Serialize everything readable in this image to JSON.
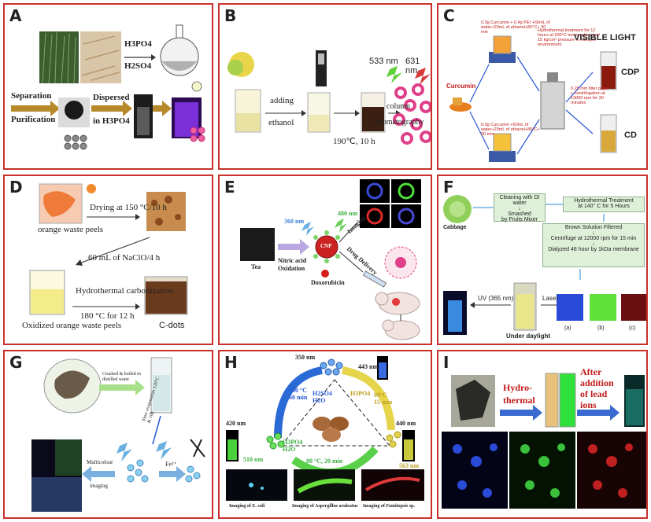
{
  "panels": {
    "A": {
      "label": "A",
      "reagents": [
        "H3PO4",
        "H2SO4"
      ],
      "step1": "Separation",
      "step2": "Purification",
      "step3": "Dispersed",
      "step4": "in H3PO4"
    },
    "B": {
      "label": "B",
      "step_adding": "adding",
      "step_ethanol": "ethanol",
      "condition": "190℃, 10 h",
      "step_column": "column",
      "step_chrom": "chromatography",
      "wl_green": "533 nm",
      "wl_red": "631 nm"
    },
    "C": {
      "label": "C",
      "top_recipe": "0.3g Curcumin + 0.4g PEI +60mL of water+20mL of ethanol+80°C+ 30 min",
      "hydro_note": "Hydrothermal treatment for 12 hours at 200°C temperature and 15 kg/cm² pressure in nitrogen environment",
      "filter_note": "0.25 mm filter paper + centrifugation at 13000 rpm for 30 minutes",
      "curcumin": "Curcumin",
      "bottom_recipe": "0.3g Curcumin +60mL of water+20mL of ethanol+80°C+ 30 min",
      "visible": "VISIBLE LIGHT",
      "cdp": "CDP",
      "cd": "CD"
    },
    "D": {
      "label": "D",
      "drying": "Drying at 150 °C/10 h",
      "peels": "orange waste peels",
      "naclo": "60 mL of NaClO/4 h",
      "hydro": "Hydrothermal carbonization",
      "temp": "180 °C for 12 h",
      "oxidized": "Oxidized orange waste peels",
      "cdots": "C-dots"
    },
    "E": {
      "label": "E",
      "tea": "Tea",
      "nitric": "Nitric acid",
      "oxidation": "Oxidation",
      "wl1": "360 nm",
      "wl2": "480 nm",
      "cnp": "CNP",
      "imaging": "Imaging",
      "drug": "Drug Delivery",
      "dox": "Doxorubicin"
    },
    "F": {
      "label": "F",
      "cabbage": "Cabbage",
      "step1": "Cleaning with DI water\n↓\nSmashed\nby Fruits Mixer",
      "step2": "Hydrothermal Treatment\nat 140° C for 5 Hours",
      "step3": "Brown Solution Filtered\n↓\nCentrifuge at 12000 rpm for 15 min\n↓\nDialyzed 48 hour by 1kDa membrane",
      "uv": "UV (365 nm)",
      "laser": "Laser",
      "daylight": "Under daylight",
      "a": "(a)",
      "b": "(b)",
      "c": "(c)"
    },
    "G": {
      "label": "G",
      "crushed": "Crushed & boiled in distilled water",
      "condition": "Slow evaporation 120°C & 10h",
      "multicolour": "Multicolour",
      "imaging": "imaging",
      "fe": "Fe³⁺"
    },
    "H": {
      "label": "H",
      "wl350": "350 nm",
      "wl443": "443 nm",
      "cond_left": "100 °C\n60 min",
      "acid_left": "H2SO4\nH2O",
      "cond_right": "80°C\n15 min",
      "acid_right": "H3PO4",
      "wl420": "420 nm",
      "wl440": "440 nm",
      "wl510": "510 nm",
      "wl563": "563 nm",
      "acid_bottom": "H3PO4\nH2O",
      "cond_bottom": "80 °C, 20 min",
      "img1": "Imaging of E. coli",
      "img2": "Imaging of Aspergillus aculeatus",
      "img3": "Imaging of Fomitopsis sp."
    },
    "I": {
      "label": "I",
      "hydro1": "Hydro-",
      "hydro2": "thermal",
      "after1": "After",
      "after2": "addition",
      "after3": "of lead",
      "after4": "ions"
    }
  },
  "colors": {
    "border": "#c9302c",
    "arrow": "#b8892b",
    "blue": "#2a57d6",
    "green": "#39c12a",
    "red": "#c21b1b",
    "violet": "#7a2fd8"
  }
}
